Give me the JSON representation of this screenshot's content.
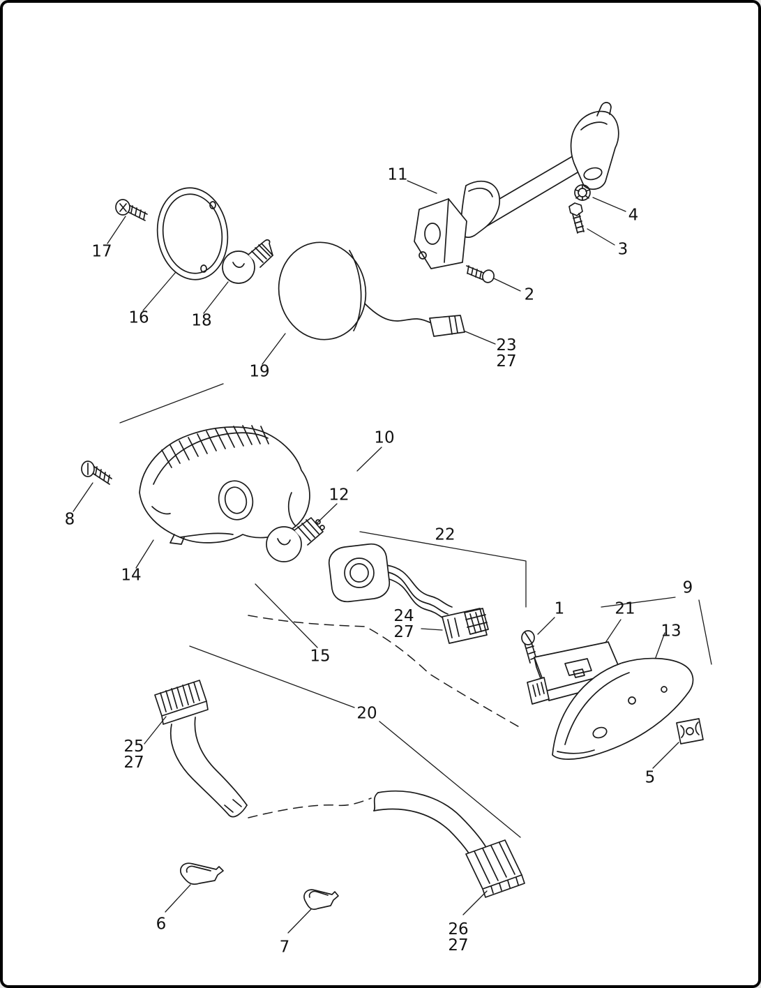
{
  "page": {
    "background": "#ffffff",
    "border_color": "#000000",
    "line_color": "#1a1a1a"
  },
  "callouts": {
    "c1": {
      "line1": "1"
    },
    "c2": {
      "line1": "2"
    },
    "c3": {
      "line1": "3"
    },
    "c4": {
      "line1": "4"
    },
    "c5": {
      "line1": "5"
    },
    "c6": {
      "line1": "6"
    },
    "c7": {
      "line1": "7"
    },
    "c8": {
      "line1": "8"
    },
    "c9": {
      "line1": "9"
    },
    "c10": {
      "line1": "10"
    },
    "c11": {
      "line1": "11"
    },
    "c12": {
      "line1": "12"
    },
    "c13": {
      "line1": "13"
    },
    "c14": {
      "line1": "14"
    },
    "c15": {
      "line1": "15"
    },
    "c16": {
      "line1": "16"
    },
    "c17": {
      "line1": "17"
    },
    "c18": {
      "line1": "18"
    },
    "c19": {
      "line1": "19"
    },
    "c20": {
      "line1": "20"
    },
    "c21": {
      "line1": "21"
    },
    "c22": {
      "line1": "22"
    },
    "c23_27": {
      "line1": "23",
      "line2": "27"
    },
    "c24_27": {
      "line1": "24",
      "line2": "27"
    },
    "c25_27": {
      "line1": "25",
      "line2": "27"
    },
    "c26_27": {
      "line1": "26",
      "line2": "27"
    }
  }
}
